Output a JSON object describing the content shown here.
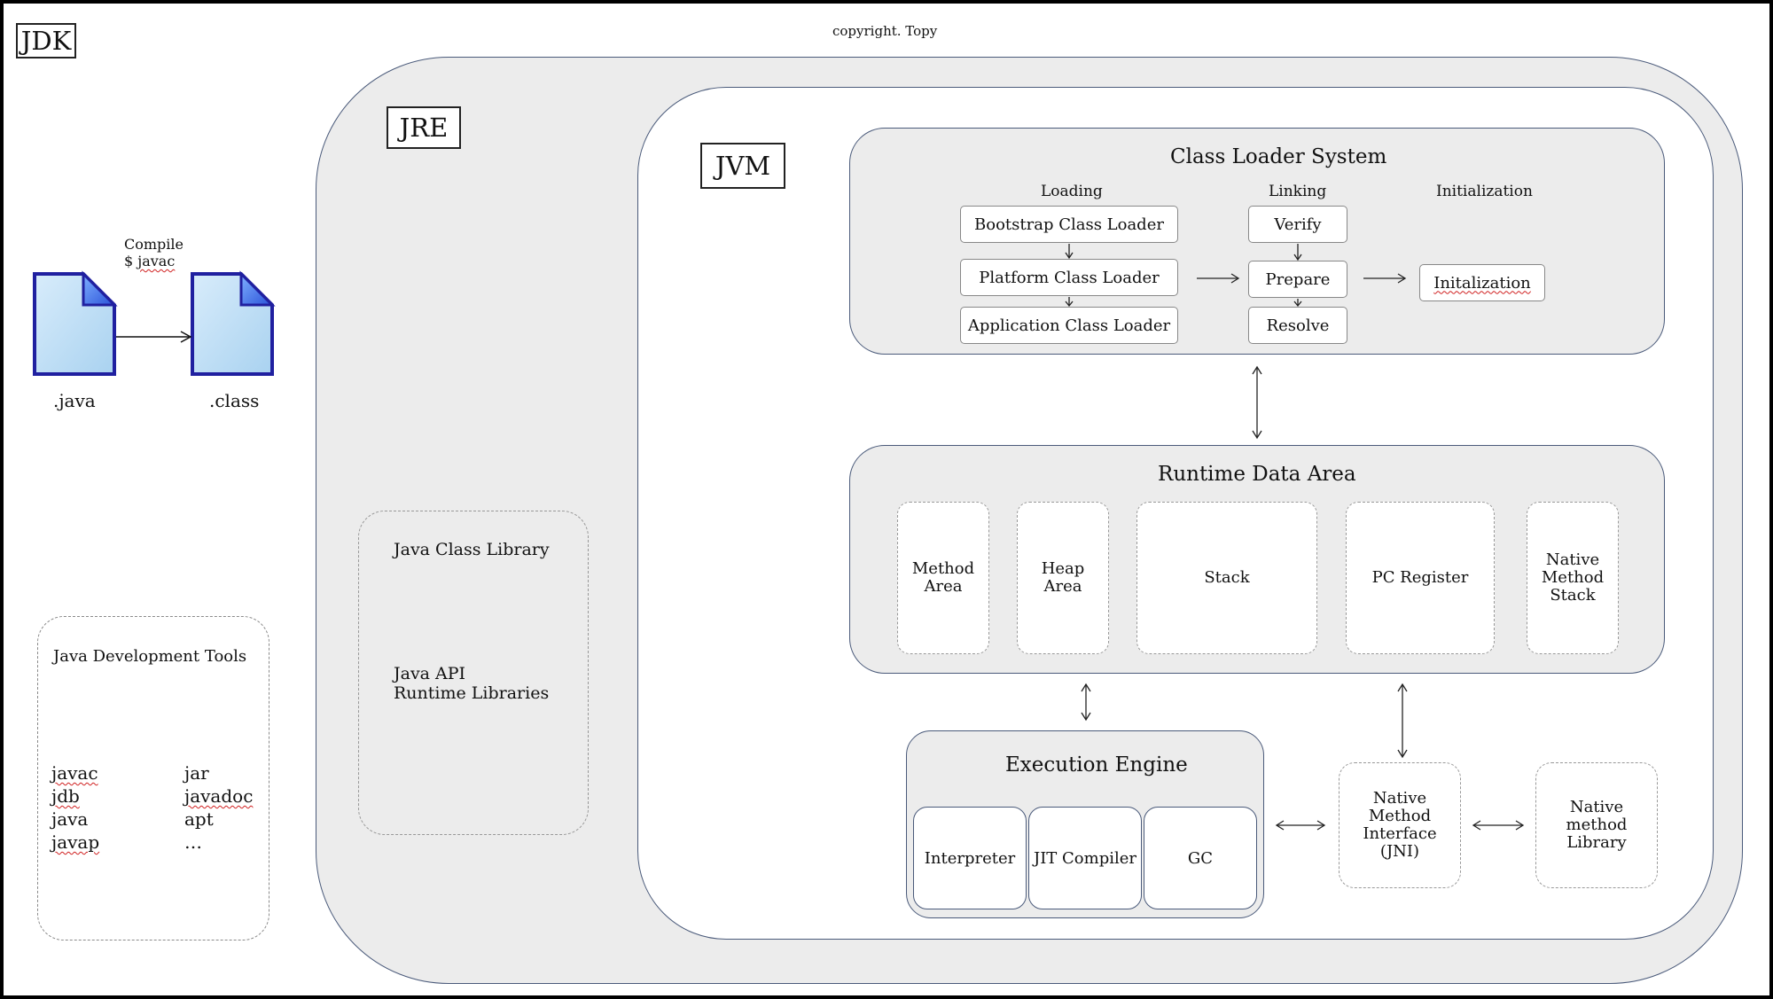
{
  "copyright": "copyright. Topy",
  "jdk": {
    "label": "JDK",
    "compile": {
      "line1": "Compile",
      "prefix": "$ ",
      "cmd": "javac"
    },
    "files": {
      "source": ".java",
      "output": ".class"
    },
    "tools": {
      "title": "Java Development Tools",
      "left": [
        "javac",
        "jdb",
        "java",
        "javap"
      ],
      "right": [
        "jar",
        "javadoc",
        "apt",
        "…"
      ]
    }
  },
  "jre": {
    "label": "JRE",
    "class_library": {
      "title": "Java Class Library",
      "line1": "Java API",
      "line2": "Runtime Libraries"
    }
  },
  "jvm": {
    "label": "JVM",
    "class_loader": {
      "title": "Class Loader System",
      "loading": "Loading",
      "linking": "Linking",
      "initialization": "Initialization",
      "bootstrap": "Bootstrap Class Loader",
      "platform": "Platform Class Loader",
      "application": "Application Class Loader",
      "verify": "Verify",
      "prepare": "Prepare",
      "resolve": "Resolve",
      "init_box": "Initalization"
    },
    "runtime": {
      "title": "Runtime Data Area",
      "method_area": [
        "Method",
        "Area"
      ],
      "heap_area": [
        "Heap",
        "Area"
      ],
      "stack": "Stack",
      "pc_register": "PC Register",
      "native_stack": [
        "Native",
        "Method",
        "Stack"
      ]
    },
    "engine": {
      "title": "Execution Engine",
      "interpreter": "Interpreter",
      "jit": "JIT Compiler",
      "gc": "GC"
    },
    "jni": [
      "Native",
      "Method",
      "Interface",
      "(JNI)"
    ],
    "native_library": [
      "Native",
      "method",
      "Library"
    ]
  }
}
